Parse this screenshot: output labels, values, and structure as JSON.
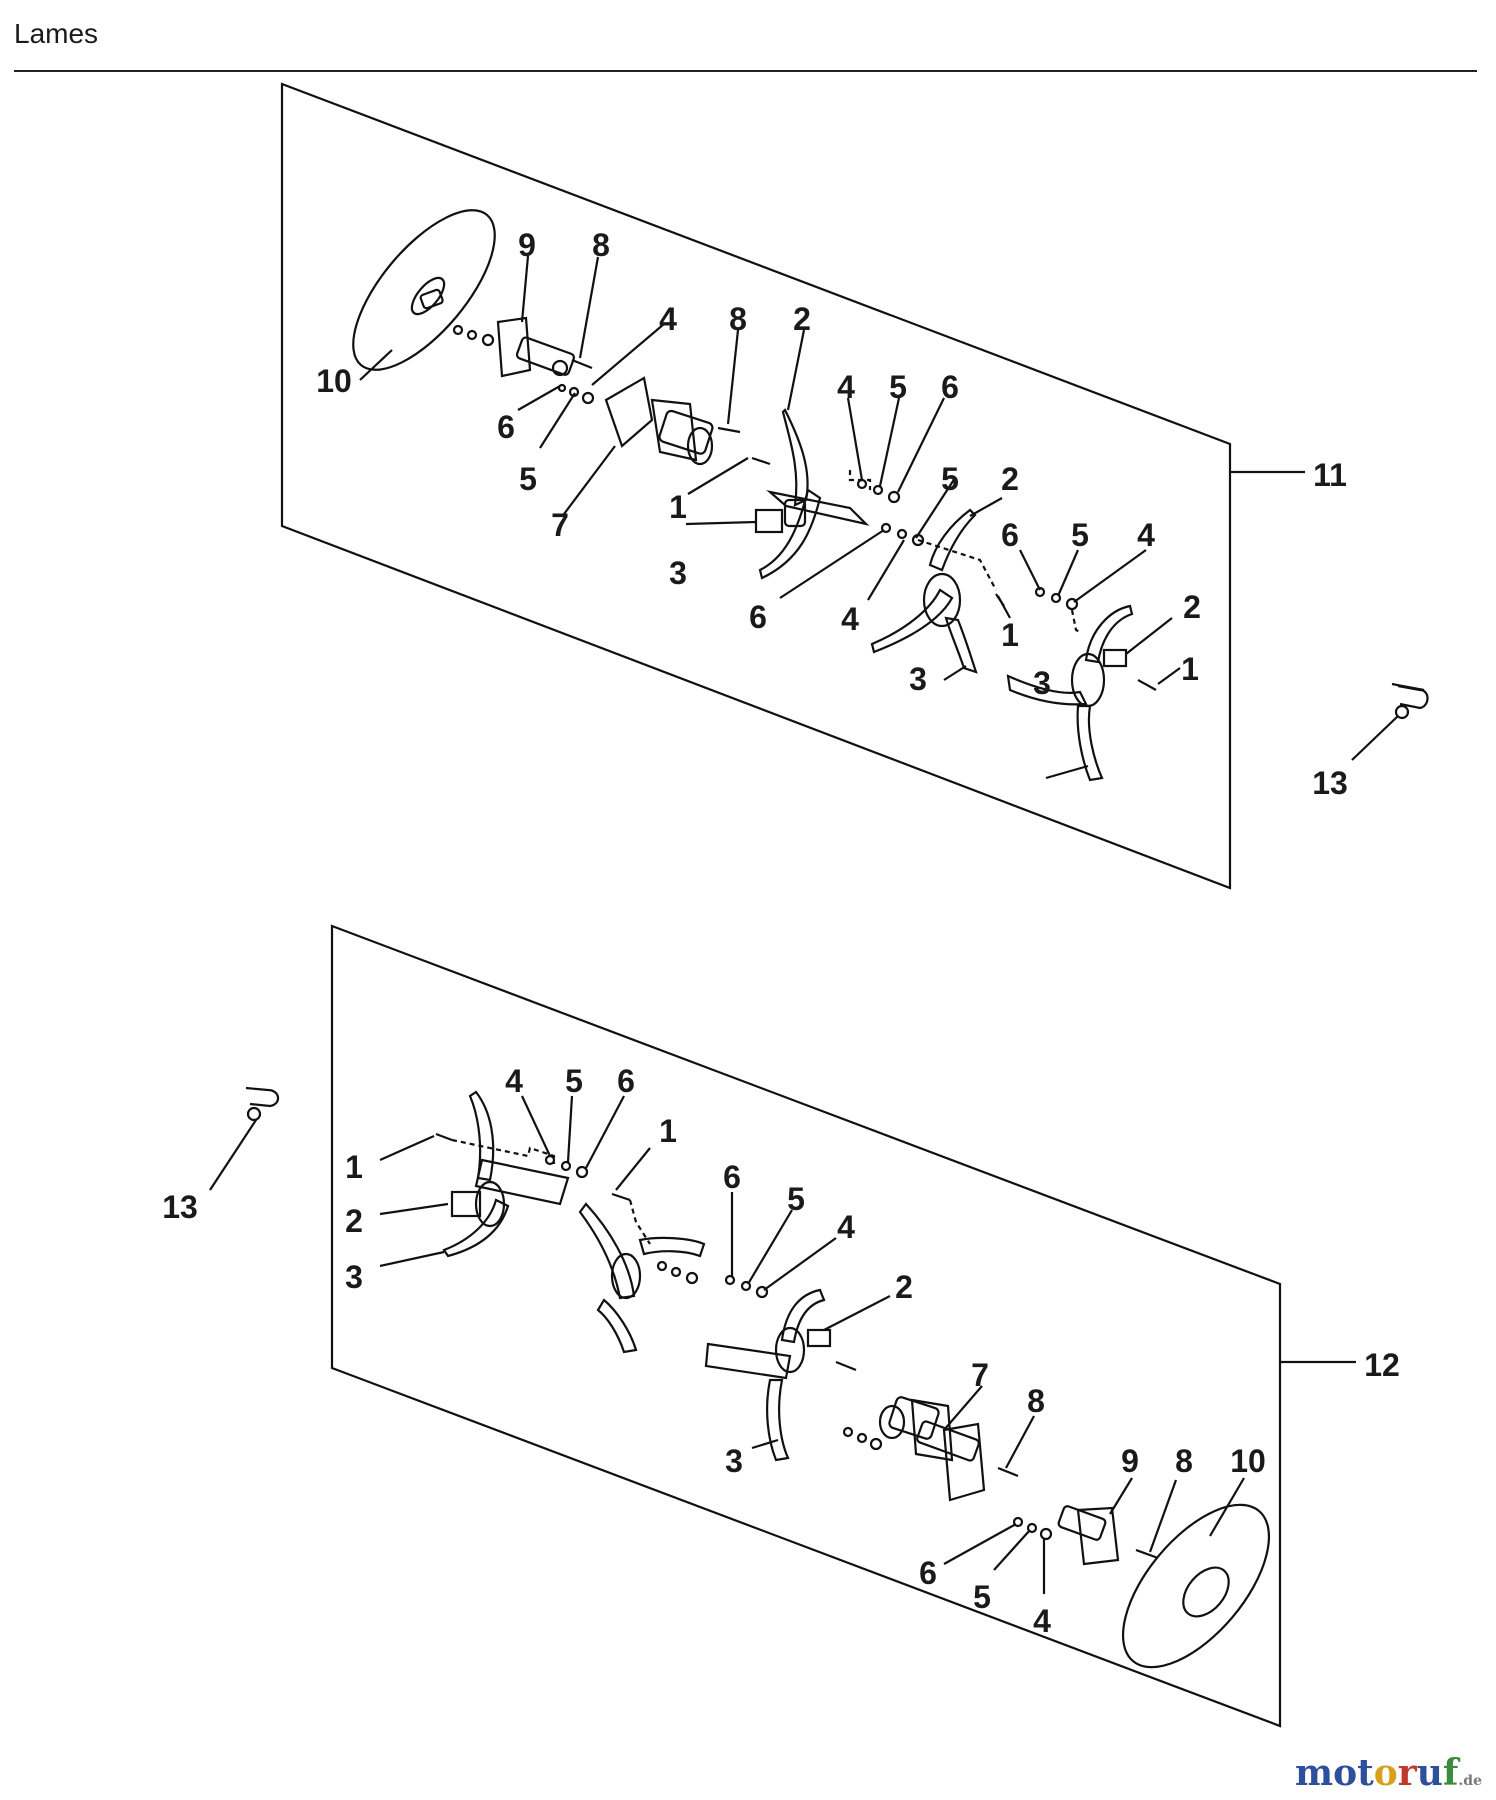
{
  "header": {
    "title": "Lames"
  },
  "logo": {
    "text": "motoruf.de",
    "letters": [
      {
        "ch": "m",
        "color": "#2e4f9c"
      },
      {
        "ch": "o",
        "color": "#2e4f9c"
      },
      {
        "ch": "t",
        "color": "#2e4f9c"
      },
      {
        "ch": "o",
        "color": "#d9a11b"
      },
      {
        "ch": "r",
        "color": "#c0392b"
      },
      {
        "ch": "u",
        "color": "#2e4f9c"
      },
      {
        "ch": "f",
        "color": "#3b8c3b"
      }
    ],
    "suffix": ".de"
  },
  "diagram": {
    "assemblies": [
      {
        "callout": "11"
      },
      {
        "callout": "12"
      }
    ],
    "upper_callouts": [
      "10",
      "9",
      "8",
      "6",
      "5",
      "4",
      "7",
      "8",
      "2",
      "1",
      "3",
      "4",
      "5",
      "6",
      "5",
      "2",
      "6",
      "4",
      "1",
      "3",
      "6",
      "5",
      "4",
      "2",
      "1",
      "3",
      "11",
      "13"
    ],
    "lower_callouts": [
      "13",
      "1",
      "2",
      "3",
      "4",
      "5",
      "6",
      "1",
      "6",
      "5",
      "4",
      "2",
      "3",
      "7",
      "8",
      "9",
      "8",
      "10",
      "6",
      "5",
      "4",
      "12"
    ]
  }
}
